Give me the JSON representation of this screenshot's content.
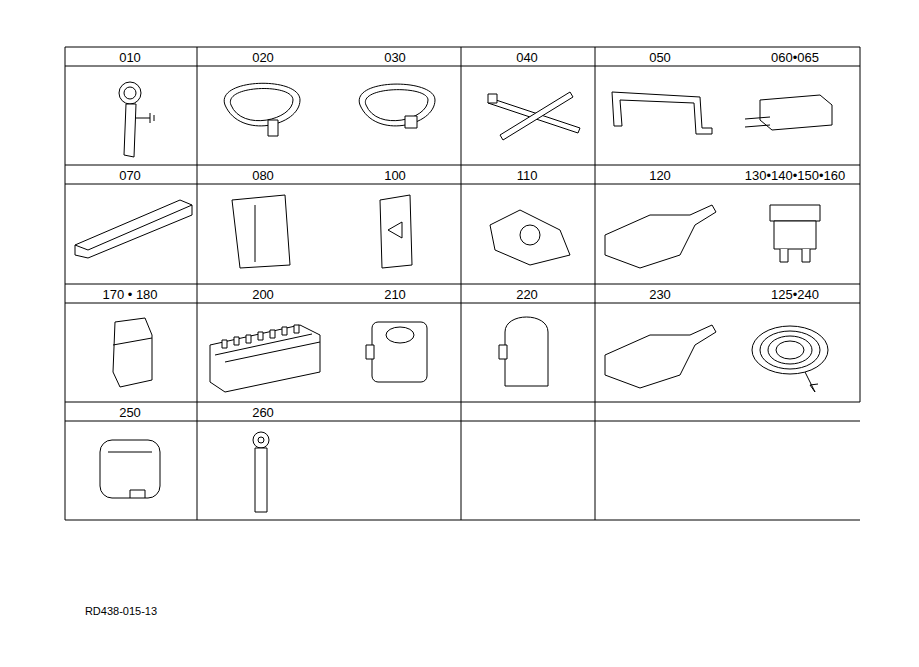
{
  "diagram": {
    "labels": [
      "010",
      "020",
      "030",
      "040",
      "050",
      "060•065",
      "070",
      "080",
      "100",
      "110",
      "120",
      "130•140•150•160",
      "170 • 180",
      "200",
      "210",
      "220",
      "230",
      "125•240",
      "250",
      "260",
      "RD438-015-13"
    ]
  }
}
